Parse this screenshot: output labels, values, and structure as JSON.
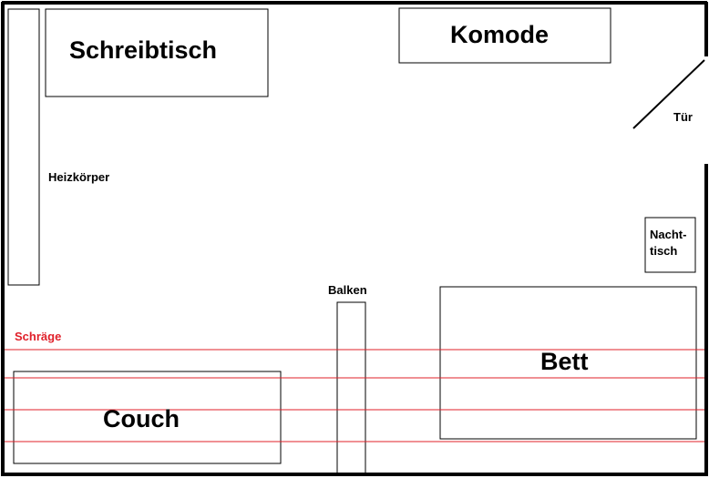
{
  "floor_plan": {
    "labels": {
      "schreibtisch": "Schreibtisch",
      "komode": "Komode",
      "tuer": "Tür",
      "heizkoerper": "Heizkörper",
      "nachttisch_line1": "Nacht-",
      "nachttisch_line2": "tisch",
      "balken": "Balken",
      "schraege": "Schräge",
      "bett": "Bett",
      "couch": "Couch"
    },
    "colors": {
      "outline": "#000000",
      "schraege": "#e0202a",
      "background": "#ffffff"
    }
  }
}
